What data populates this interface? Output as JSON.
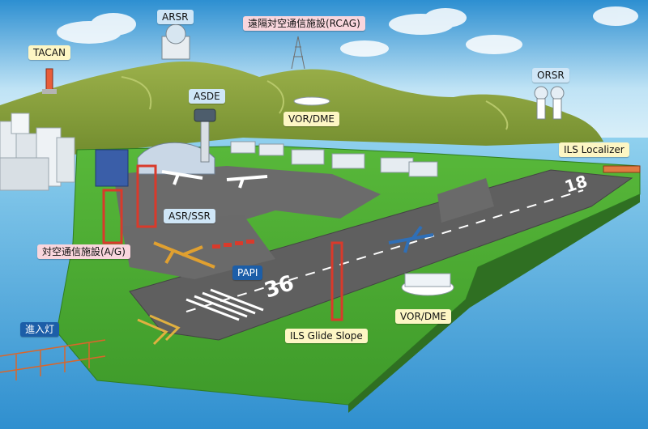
{
  "labels": {
    "tacan": "TACAN",
    "arsr": "ARSR",
    "rcag": "遠隔対空通信施設(RCAG)",
    "asde": "ASDE",
    "vor_dme_hill": "VOR/DME",
    "orsr": "ORSR",
    "ils_localizer": "ILS  Localizer",
    "asr_ssr": "ASR/SSR",
    "ag": "対空通信施設(A/G)",
    "papi": "PAPI",
    "vor_dme_field": "VOR/DME",
    "ils_glide_slope": "ILS  Glide Slope",
    "approach_lights": "進入灯"
  },
  "runway_numbers": {
    "near": "36",
    "far": "18"
  },
  "colors": {
    "sea": "#6fbde6",
    "sky": "#bfe3f5",
    "grass": "#4caf32",
    "hill": "#7f9a3a",
    "runway": "#5f5f5f",
    "label_blue": "#cfe6f7",
    "label_yellow": "#fdf6c4",
    "label_pink": "#f9d6dd",
    "label_dark": "#1c5ea8"
  }
}
